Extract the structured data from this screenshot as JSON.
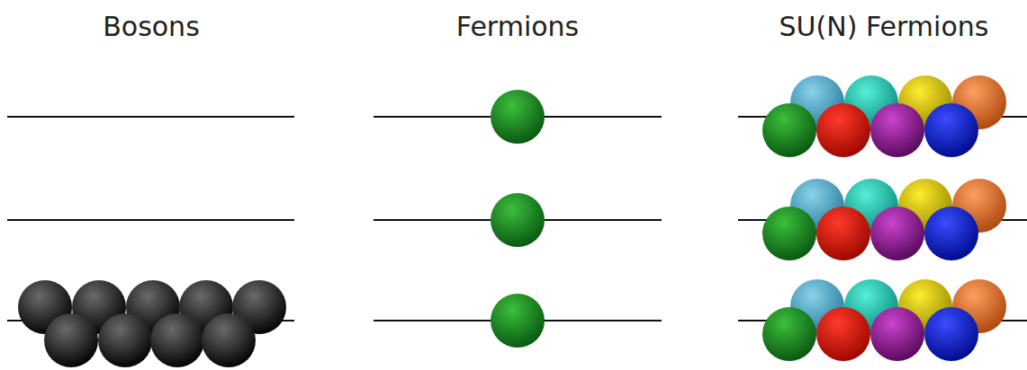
{
  "diagram": {
    "labels": [
      "Bosons",
      "Fermions",
      "SU(N) Fermions"
    ]
  }
}
